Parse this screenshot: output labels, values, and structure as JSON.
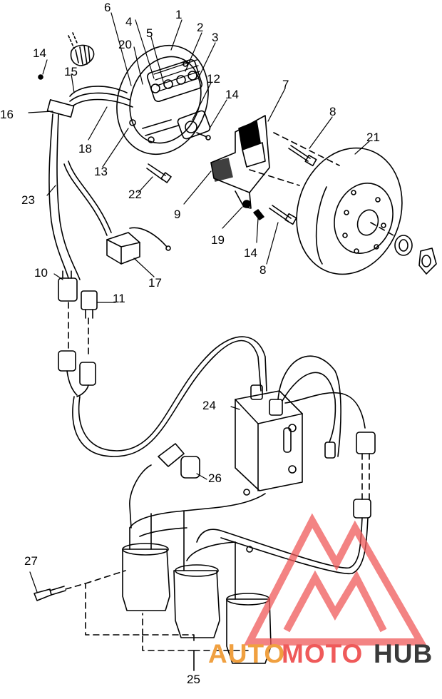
{
  "diagram": {
    "callouts": {
      "c1": "1",
      "c2": "2",
      "c3": "3",
      "c4": "4",
      "c5": "5",
      "c6": "6",
      "c7": "7",
      "c8a": "8",
      "c8b": "8",
      "c9": "9",
      "c10": "10",
      "c11": "11",
      "c12": "12",
      "c13": "13",
      "c14a": "14",
      "c14b": "14",
      "c14c": "14",
      "c15": "15",
      "c16": "16",
      "c17": "17",
      "c18": "18",
      "c19": "19",
      "c20": "20",
      "c21": "21",
      "c22": "22",
      "c23": "23",
      "c24": "24",
      "c25": "25",
      "c26": "26",
      "c27": "27"
    }
  },
  "watermark": {
    "part1": "AUTO",
    "part2": "MOTO",
    "part3": "HUB",
    "color_part1": "#f0a040",
    "color_part2": "#ef5a5a",
    "color_part3": "#3a3a3a",
    "logo_color": "#ef5a5a"
  }
}
